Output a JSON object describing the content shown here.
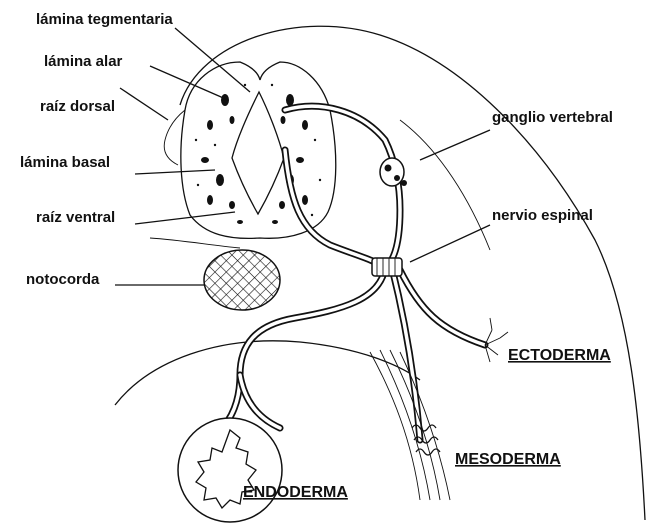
{
  "labels": {
    "lamina_tegmentaria": "lámina tegmentaria",
    "lamina_alar": "lámina alar",
    "raiz_dorsal": "raíz dorsal",
    "lamina_basal": "lámina basal",
    "raiz_ventral": "raíz ventral",
    "notocorda": "notocorda",
    "ganglio_vertebral": "ganglio vertebral",
    "nervio_espinal": "nervio espinal",
    "ectoderma": "ECTODERMA",
    "mesoderma": "MESODERMA",
    "endoderma": "ENDODERMA"
  },
  "colors": {
    "ink": "#111111",
    "paper": "#ffffff"
  }
}
